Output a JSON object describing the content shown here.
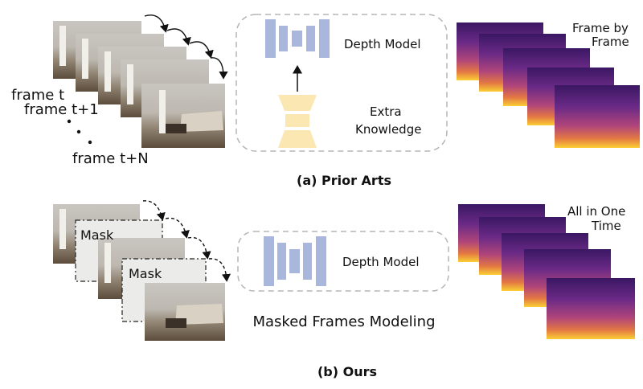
{
  "prior": {
    "frame_labels": [
      "frame t",
      "frame t+1",
      "frame t+N"
    ],
    "model_label": "Depth Model",
    "knowledge_label": [
      "Extra",
      "Knowledge"
    ],
    "depth_caption": [
      "Frame by",
      "Frame"
    ],
    "section_title": "(a) Prior Arts"
  },
  "ours": {
    "mask_labels": [
      "Mask",
      "Mask"
    ],
    "model_label": "Depth Model",
    "method_caption": "Masked Frames Modeling",
    "depth_caption": [
      "All in One",
      "Time"
    ],
    "section_title": "(b) Ours"
  },
  "colors": {
    "unet_blue": "#a9b7dd",
    "knowledge_yellow": "#fbe7b2",
    "box_border": "#b5b5b5"
  }
}
